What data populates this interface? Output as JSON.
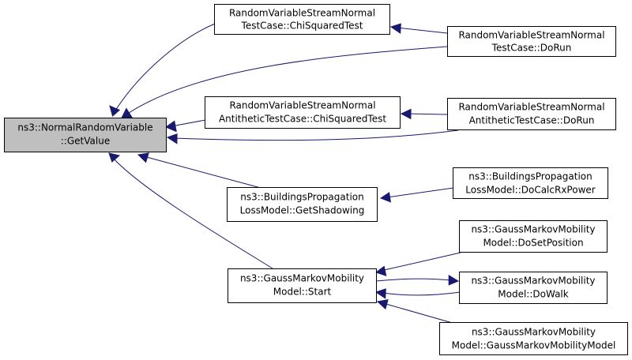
{
  "graph": {
    "nodes": {
      "get_value": {
        "line1": "ns3::NormalRandomVariable",
        "line2": "::GetValue"
      },
      "normal_chisq": {
        "line1": "RandomVariableStreamNormal",
        "line2": "TestCase::ChiSquaredTest"
      },
      "normal_dorun": {
        "line1": "RandomVariableStreamNormal",
        "line2": "TestCase::DoRun"
      },
      "anti_chisq": {
        "line1": "RandomVariableStreamNormal",
        "line2": "AntitheticTestCase::ChiSquaredTest"
      },
      "anti_dorun": {
        "line1": "RandomVariableStreamNormal",
        "line2": "AntitheticTestCase::DoRun"
      },
      "get_shadowing": {
        "line1": "ns3::BuildingsPropagation",
        "line2": "LossModel::GetShadowing"
      },
      "do_calc_rx": {
        "line1": "ns3::BuildingsPropagation",
        "line2": "LossModel::DoCalcRxPower"
      },
      "gm_start": {
        "line1": "ns3::GaussMarkovMobility",
        "line2": "Model::Start"
      },
      "gm_setpos": {
        "line1": "ns3::GaussMarkovMobility",
        "line2": "Model::DoSetPosition"
      },
      "gm_walk": {
        "line1": "ns3::GaussMarkovMobility",
        "line2": "Model::DoWalk"
      },
      "gm_ctor": {
        "line1": "ns3::GaussMarkovMobility",
        "line2": "Model::GaussMarkovMobilityModel"
      }
    },
    "edges": [
      {
        "from": "normal_chisq",
        "to": "get_value"
      },
      {
        "from": "normal_dorun",
        "to": "get_value"
      },
      {
        "from": "anti_chisq",
        "to": "get_value"
      },
      {
        "from": "anti_dorun",
        "to": "get_value"
      },
      {
        "from": "get_shadowing",
        "to": "get_value"
      },
      {
        "from": "gm_start",
        "to": "get_value"
      },
      {
        "from": "normal_dorun",
        "to": "normal_chisq"
      },
      {
        "from": "anti_dorun",
        "to": "anti_chisq"
      },
      {
        "from": "do_calc_rx",
        "to": "get_shadowing"
      },
      {
        "from": "gm_setpos",
        "to": "gm_start"
      },
      {
        "from": "gm_walk",
        "to": "gm_start"
      },
      {
        "from": "gm_ctor",
        "to": "gm_start"
      },
      {
        "from": "gm_start",
        "to": "gm_walk"
      }
    ],
    "colors": {
      "edge": "#191970",
      "focus_fill": "#bfbfbf",
      "node_fill": "#ffffff",
      "border": "#000000"
    }
  }
}
